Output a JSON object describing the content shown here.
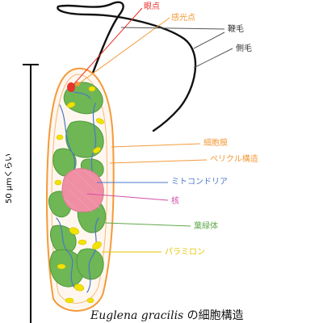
{
  "labels": {
    "eyespot": "眼点",
    "photoreceptor": "感光点",
    "flagellum": "鞭毛",
    "lateral_hair": "側毛",
    "cell_membrane": "細胞膜",
    "pellicle": "ペリクル構造",
    "mitochondria": "ミトコンドリア",
    "nucleus": "核",
    "chloroplast": "葉緑体",
    "paramylon": "パラミロン"
  },
  "scale": {
    "label": "50 µmくらい"
  },
  "caption": {
    "species": "Euglena gracilis",
    "suffix": " の細胞構造"
  },
  "colors": {
    "eyespot": "#e8322a",
    "photoreceptor": "#f39a3a",
    "cell_membrane": "#f39a3a",
    "pellicle": "#f39a3a",
    "mitochondria": "#4a78c8",
    "nucleus": "#d24fa8",
    "chloroplast": "#5fa84a",
    "paramylon": "#e5c400",
    "line": "#333333"
  }
}
